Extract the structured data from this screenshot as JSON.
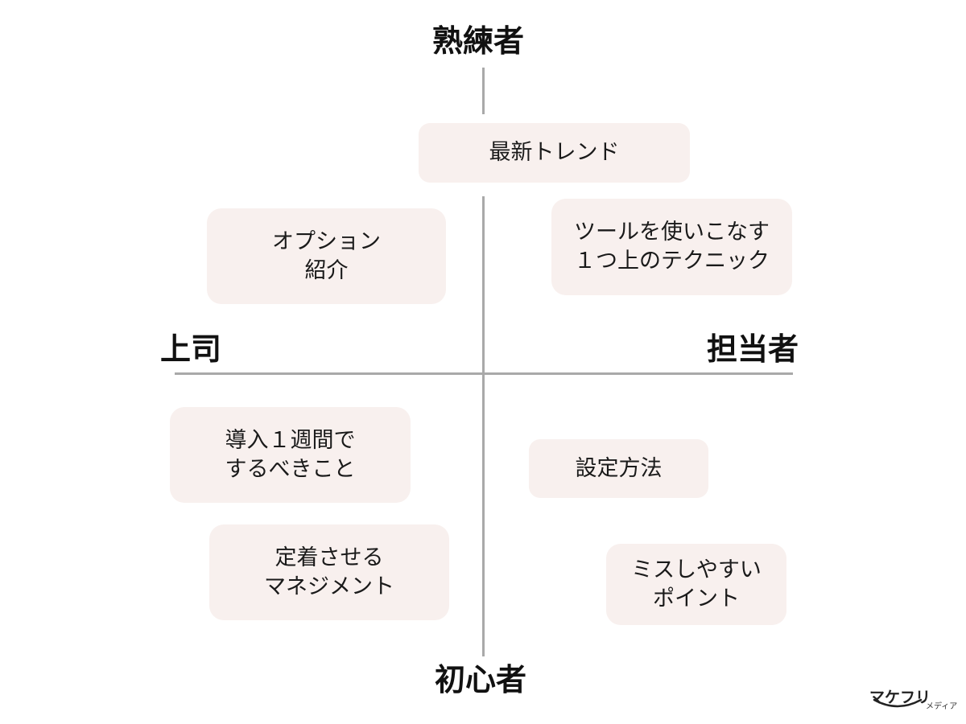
{
  "axes": {
    "top": "熟練者",
    "bottom": "初心者",
    "left": "上司",
    "right": "担当者"
  },
  "boxes": {
    "trend": [
      "最新トレンド"
    ],
    "option": [
      "オプション",
      "紹介"
    ],
    "tool": [
      "ツールを使いこなす",
      "１つ上のテクニック"
    ],
    "intro": [
      "導入１週間で",
      "するべきこと"
    ],
    "setting": [
      "設定方法"
    ],
    "mgmt": [
      "定着させる",
      "マネジメント"
    ],
    "miss": [
      "ミスしやすい",
      "ポイント"
    ]
  },
  "logo": {
    "main": "マケフリ",
    "sub": "メディア"
  },
  "colors": {
    "box_fill": "#f8f0ee",
    "axis_line": "#a9a9a9",
    "text": "#1a1a1a"
  }
}
